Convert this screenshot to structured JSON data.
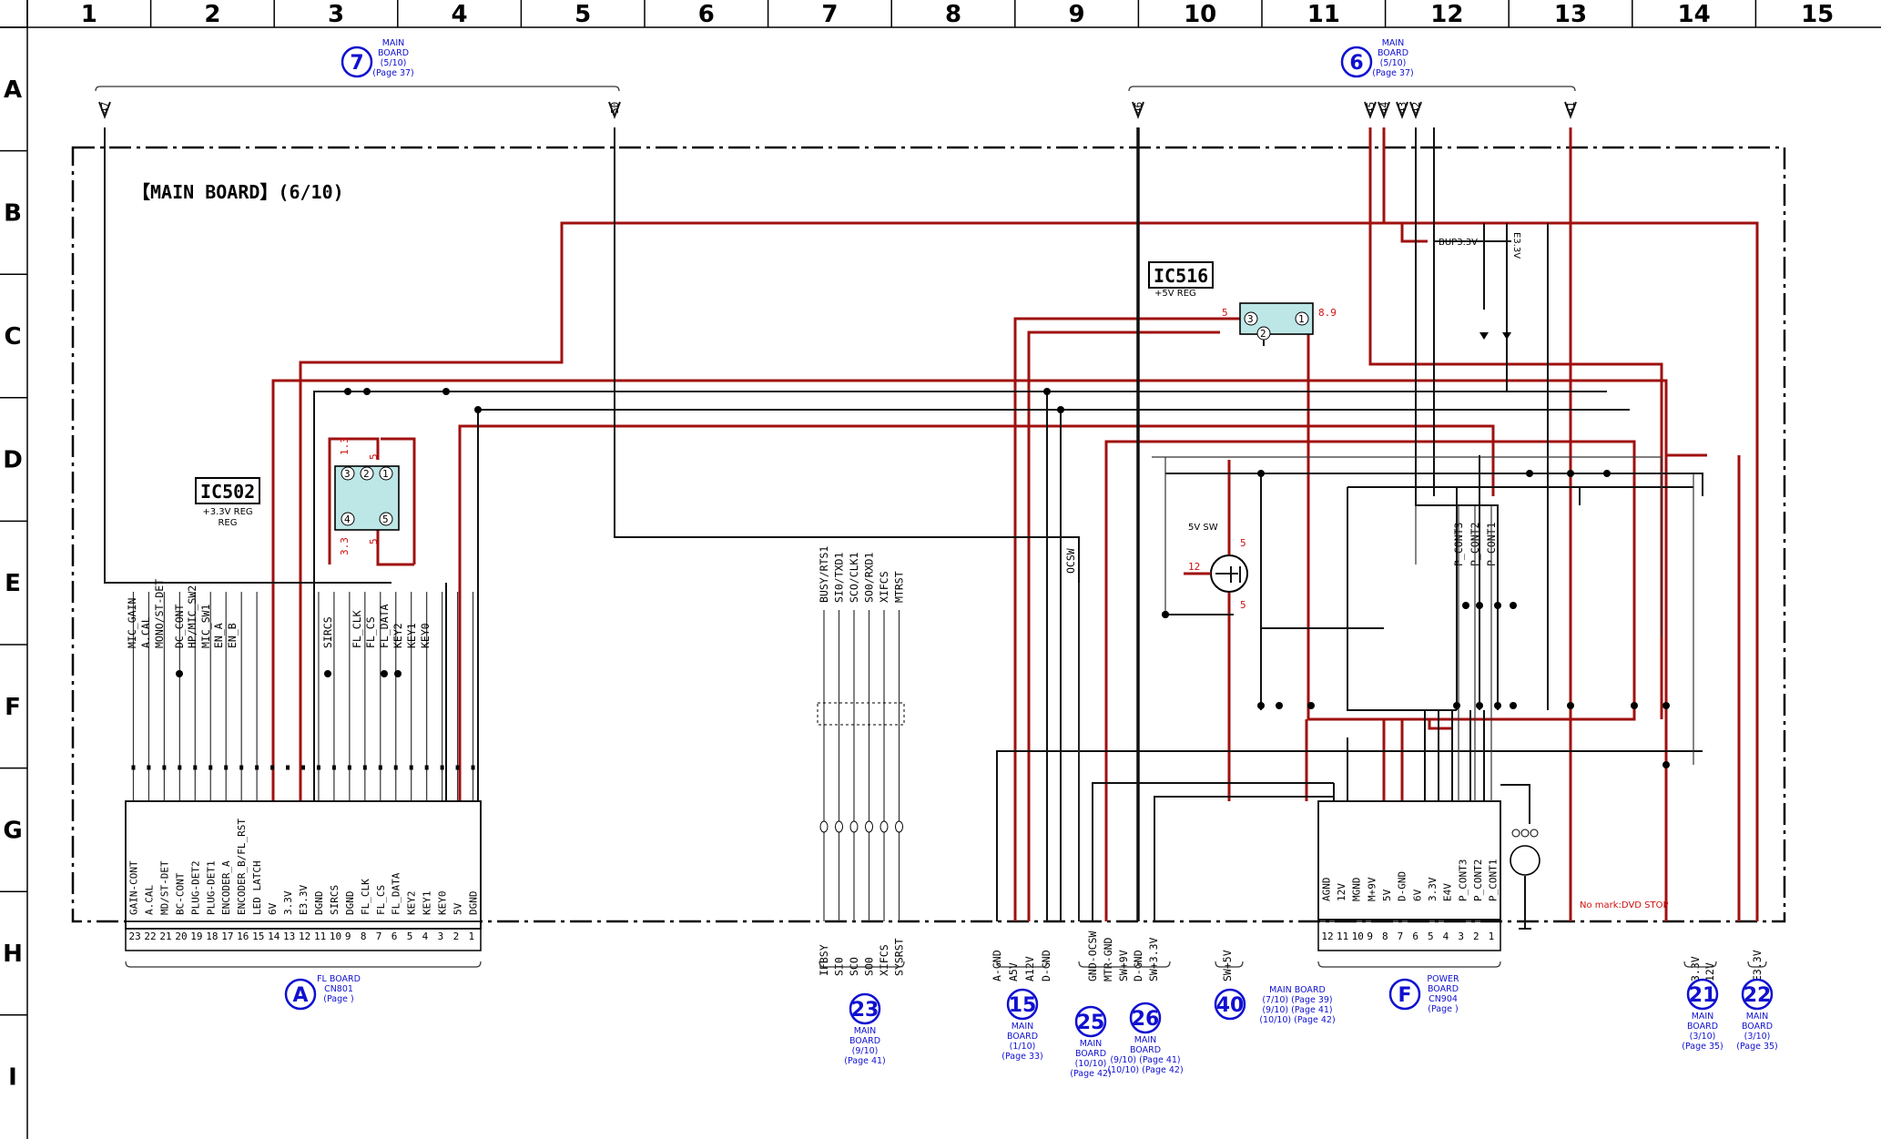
{
  "columns": [
    "1",
    "2",
    "3",
    "4",
    "5",
    "6",
    "7",
    "8",
    "9",
    "10",
    "11",
    "12",
    "13",
    "14",
    "15"
  ],
  "rows": [
    "A",
    "B",
    "C",
    "D",
    "E",
    "F",
    "G",
    "H",
    "I"
  ],
  "board_title": "【MAIN BOARD】(6/10)",
  "ics": [
    {
      "name": "IC502",
      "desc": "+3.3V REG",
      "pin_labels": [
        "3",
        "2",
        "1",
        "4",
        "5"
      ],
      "voltages": [
        "1.3",
        "5",
        "3.3",
        "5"
      ]
    },
    {
      "name": "IC516",
      "desc": "+5V REG",
      "pin_labels": [
        "3",
        "2",
        "1"
      ],
      "voltages": [
        "5",
        "8.9"
      ]
    }
  ],
  "sw_label": "5V SW",
  "sw_voltages": [
    "5",
    "12",
    "5"
  ],
  "bup_label": "BUP3.3V",
  "e33_label": "E3.3V",
  "note": "No mark:DVD STOP",
  "top_refs": [
    {
      "id": "7",
      "lines": [
        "MAIN",
        "BOARD",
        "(5/10)",
        "(Page 37)"
      ],
      "pins": [
        "47",
        "50"
      ]
    },
    {
      "id": "6",
      "lines": [
        "MAIN",
        "BOARD",
        "(5/10)",
        "(Page 37)"
      ],
      "pins": [
        "46",
        "45",
        "44",
        "43",
        "42",
        "41"
      ]
    }
  ],
  "fl_connector": {
    "labels": [
      "GAIN-CONT",
      "A.CAL",
      "MD/ST-DET",
      "BC-CONT",
      "PLUG-DET2",
      "PLUG-DET1",
      "ENCODER_A",
      "ENCODER_B/FL_RST",
      "LED LATCH",
      "6V",
      "3.3V",
      "E3.3V",
      "DGND",
      "SIRCS",
      "DGND",
      "FL_CLK",
      "FL_CS",
      "FL_DATA",
      "KEY2",
      "KEY1",
      "KEY0",
      "5V",
      "DGND"
    ],
    "nums": [
      "23",
      "22",
      "21",
      "20",
      "19",
      "18",
      "17",
      "16",
      "15",
      "14",
      "13",
      "12",
      "11",
      "10",
      "9",
      "8",
      "7",
      "6",
      "5",
      "4",
      "3",
      "2",
      "1"
    ],
    "signals": [
      "MIC_GAIN",
      "A.CAL",
      "MONO/ST-DET",
      "DC_CONT",
      "HP/MIC_SW2",
      "MIC_SW1",
      "EN_A",
      "EN_B",
      "SIRCS",
      "FL_CLK",
      "FL_CS",
      "FL_DATA",
      "KEY2",
      "KEY1",
      "KEY0"
    ]
  },
  "power_connector": {
    "labels": [
      "AGND",
      "12V",
      "MGND",
      "M+9V",
      "5V",
      "D-GND",
      "6V",
      "3.3V",
      "E4V",
      "P_CONT3",
      "P_CONT2",
      "P_CONT1"
    ],
    "nums": [
      "12",
      "11",
      "10",
      "9",
      "8",
      "7",
      "6",
      "5",
      "4",
      "3",
      "2",
      "1"
    ],
    "signals": [
      "P_CONT3",
      "P_CONT2",
      "P_CONT1"
    ]
  },
  "serial_signals": [
    "BUSY/RTS1",
    "SI0/TXD1",
    "SCO/CLK1",
    "SO0/RXD1",
    "XIFCS",
    "MTRST"
  ],
  "serial_labels": [
    "IFBSY",
    "SI0",
    "SCO",
    "SO0",
    "XIFCS",
    "SYSRST"
  ],
  "ocsw": "OCSW",
  "bottom_signals": {
    "g15": [
      "A-GND",
      "A5V",
      "A12V",
      "D-GND"
    ],
    "g25": [
      "GND-OCSW",
      "MTR-GND",
      "SW+9V"
    ],
    "g26": [
      "D-GND",
      "SW+3.3V"
    ],
    "g40": [
      "SW+5V"
    ],
    "g21": [
      "3.3V"
    ],
    "g21b": [
      "12V"
    ],
    "g22": [
      "E3.3V"
    ]
  },
  "bottom_refs": [
    {
      "id": "A",
      "lines": [
        "FL BOARD",
        "CN801",
        "(Page   )"
      ]
    },
    {
      "id": "23",
      "lines": [
        "MAIN",
        "BOARD",
        "(9/10)",
        "(Page 41)"
      ]
    },
    {
      "id": "15",
      "lines": [
        "MAIN",
        "BOARD",
        "(1/10)",
        "(Page 33)"
      ]
    },
    {
      "id": "25",
      "lines": [
        "MAIN",
        "BOARD",
        "(10/10)",
        "(Page 42)"
      ]
    },
    {
      "id": "26",
      "lines": [
        "MAIN",
        "BOARD",
        "(9/10) (Page 41)",
        "(10/10) (Page 42)"
      ]
    },
    {
      "id": "40",
      "lines": [
        "MAIN BOARD",
        "(7/10) (Page 39)",
        "(9/10) (Page 41)",
        "(10/10) (Page 42)"
      ]
    },
    {
      "id": "F",
      "lines": [
        "POWER",
        "BOARD",
        "CN904",
        "(Page   )"
      ]
    },
    {
      "id": "21",
      "lines": [
        "MAIN",
        "BOARD",
        "(3/10)",
        "(Page 35)"
      ]
    },
    {
      "id": "22",
      "lines": [
        "MAIN",
        "BOARD",
        "(3/10)",
        "(Page 35)"
      ]
    }
  ]
}
